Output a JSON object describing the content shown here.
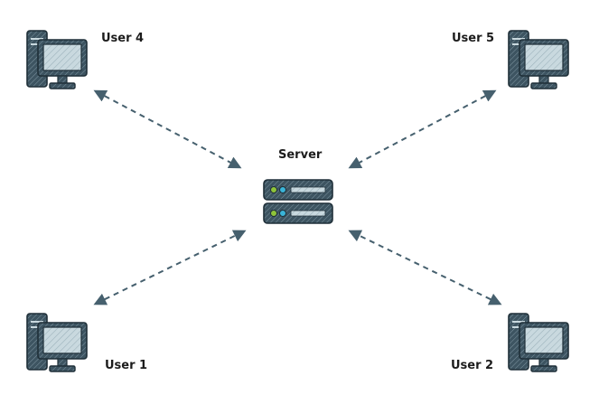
{
  "diagram": {
    "server": {
      "label": "Server",
      "icon": "server-rack-icon"
    },
    "users": [
      {
        "id": "user-4",
        "label": "User 4",
        "icon": "desktop-computer-icon"
      },
      {
        "id": "user-5",
        "label": "User 5",
        "icon": "desktop-computer-icon"
      },
      {
        "id": "user-1",
        "label": "User 1",
        "icon": "desktop-computer-icon"
      },
      {
        "id": "user-2",
        "label": "User 2",
        "icon": "desktop-computer-icon"
      }
    ],
    "connections": [
      {
        "from": "user-4",
        "to": "server",
        "style": "dashed",
        "arrows": "both"
      },
      {
        "from": "user-5",
        "to": "server",
        "style": "dashed",
        "arrows": "both"
      },
      {
        "from": "user-1",
        "to": "server",
        "style": "dashed",
        "arrows": "both"
      },
      {
        "from": "user-2",
        "to": "server",
        "style": "dashed",
        "arrows": "both"
      }
    ],
    "colors": {
      "background": "#ffffff",
      "icon_fill": "#3d5461",
      "icon_light": "#bdd0d8",
      "icon_stroke": "#1f2f38",
      "connector": "#46606e",
      "led_green": "#8fc43a",
      "led_blue": "#3ab4d8",
      "label_text": "#1c1c1c"
    }
  }
}
